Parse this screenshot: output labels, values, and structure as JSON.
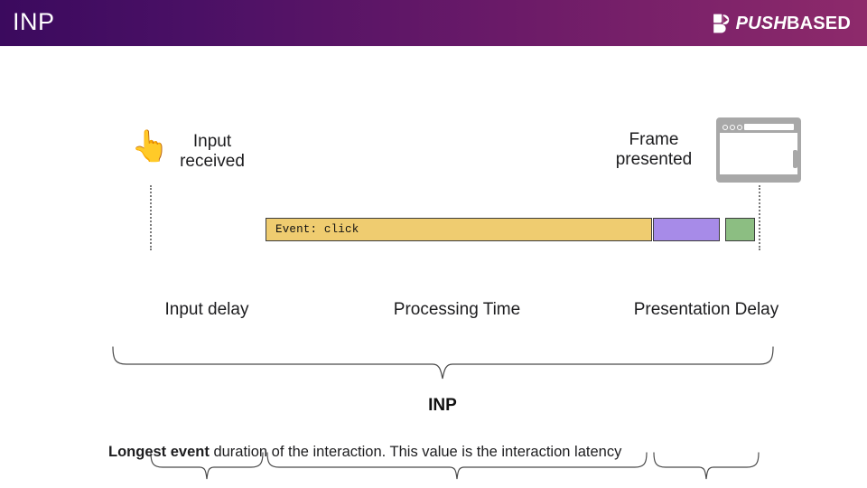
{
  "header": {
    "title": "INP",
    "brand": {
      "mark_icon": "pushbased-logo-icon",
      "name_part1": "PUSH",
      "name_part2": "BASED"
    },
    "gradient_from": "#3B0A5E",
    "gradient_to": "#8E2A6B"
  },
  "diagram": {
    "annotations": {
      "input_received": {
        "icon": "pointing-hand-emoji",
        "glyph": "👆",
        "label": "Input\nreceived"
      },
      "frame_presented": {
        "label": "Frame\npresented",
        "icon": "browser-window-icon"
      }
    },
    "bars": [
      {
        "name": "event-bar",
        "label": "Event: click",
        "color": "#EFCC70",
        "border": "#3D3D3D"
      },
      {
        "name": "render-bar",
        "label": "",
        "color": "#A78BE8",
        "border": "#3D3D3D"
      },
      {
        "name": "paint-bar",
        "label": "",
        "color": "#8CBE82",
        "border": "#3D3D3D"
      }
    ],
    "phases": [
      {
        "name": "input-delay",
        "label": "Input delay"
      },
      {
        "name": "processing-time",
        "label": "Processing Time"
      },
      {
        "name": "presentation-delay",
        "label": "Presentation Delay"
      }
    ],
    "total": {
      "name": "inp-total",
      "label": "INP"
    }
  },
  "caption": {
    "bold": "Longest event",
    "rest": " duration of the interaction. This value is the interaction latency"
  }
}
